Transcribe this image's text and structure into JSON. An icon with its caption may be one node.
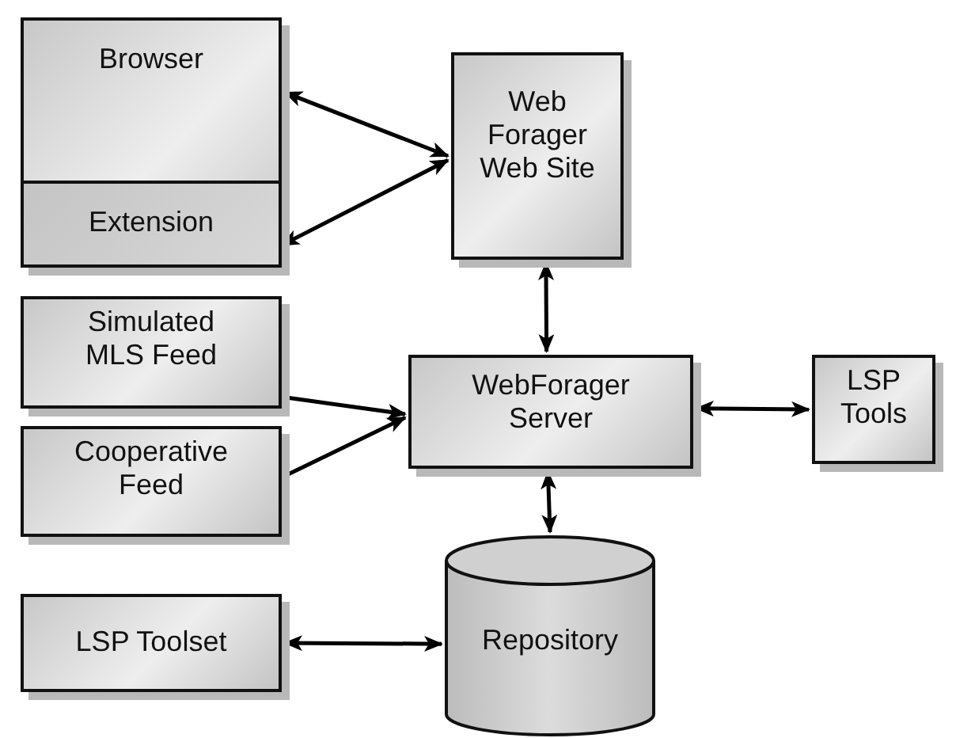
{
  "diagram": {
    "nodes": [
      {
        "text": [
          "Browser"
        ]
      },
      {
        "text": [
          "Extension"
        ],
        "in": 0
      },
      {
        "text": [
          "Web Forager Web Site"
        ]
      },
      {
        "text": [
          "Simulated MLS Feed"
        ]
      },
      {
        "text": [
          "Cooperative Feed"
        ]
      },
      {
        "text": [
          "WebForager Server"
        ]
      },
      {
        "text": [
          "LSP Tools"
        ]
      },
      {
        "text": [
          "LSP Toolset"
        ]
      },
      {
        "text": [
          "Repository"
        ]
      }
    ],
    "edges": [
      {
        "from": 0,
        "to": 2,
        "arrow": "both"
      },
      {
        "from": 1,
        "to": 2,
        "arrow": "both"
      },
      {
        "from": 2,
        "to": 5,
        "arrow": "both"
      },
      {
        "from": 3,
        "to": 5,
        "arrow": "to"
      },
      {
        "from": 4,
        "to": 5,
        "arrow": "to"
      },
      {
        "from": 5,
        "to": 6,
        "arrow": "both"
      },
      {
        "from": 5,
        "to": 8,
        "arrow": "both"
      },
      {
        "from": 7,
        "to": 8,
        "arrow": "both"
      }
    ]
  }
}
